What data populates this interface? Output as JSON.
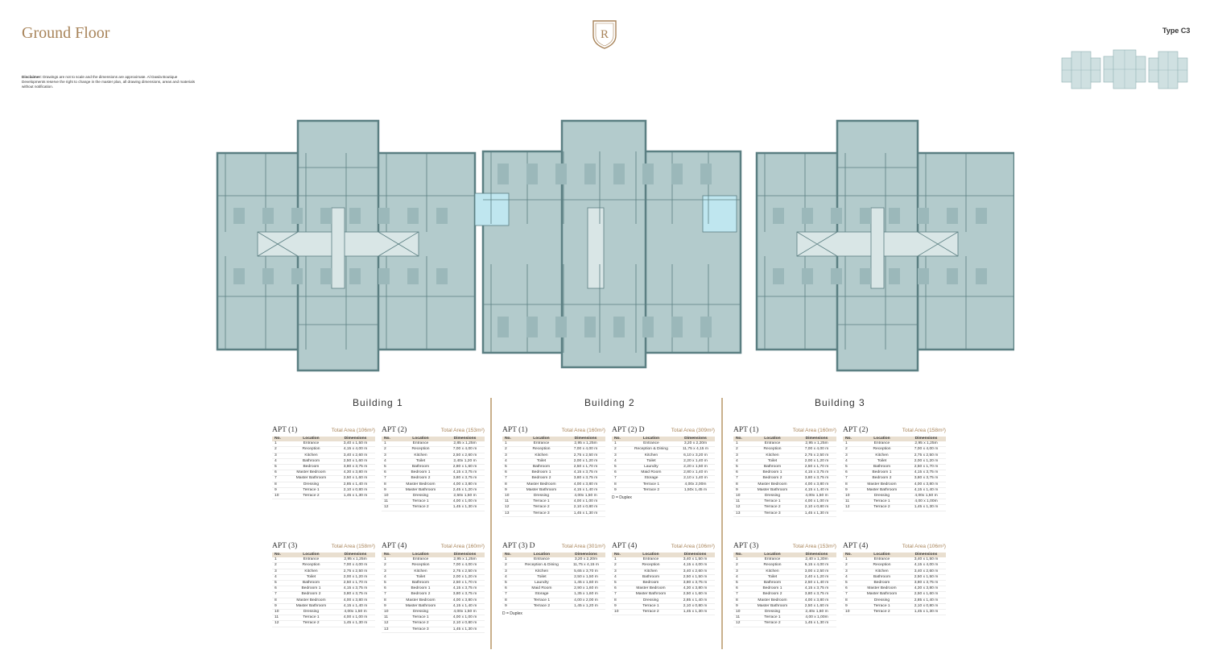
{
  "header": {
    "title": "Ground Floor",
    "type_label": "Type C3",
    "logo_letter": "R",
    "disclaimer_label": "Disclaimer:",
    "disclaimer_text": "Drawings are not to scale and the dimensions are approximate. Al Dawla Boutique Developments reserve the right to change in the master plan, all drawing dimensions, areas and materials without notification."
  },
  "colors": {
    "accent": "#a8845a",
    "plan_fill": "#b3cbcc",
    "plan_wall": "#5b7f82",
    "plan_light": "#d9e6e6",
    "water": "#bfe6ef"
  },
  "table_columns": [
    "No.",
    "Location",
    "Dimensions"
  ],
  "buildings": [
    {
      "name": "Building 1",
      "apartments": [
        {
          "name": "APT (1)",
          "area": "Total Area (106m²)",
          "rows": [
            [
              "1",
              "Entrance",
              "3,40 x 1,50 m"
            ],
            [
              "2",
              "Reception",
              "4,15 x 4,00 m"
            ],
            [
              "3",
              "Kitchen",
              "3,40 x 2,60 m"
            ],
            [
              "4",
              "Bathroom",
              "2,50 x 1,60 m"
            ],
            [
              "5",
              "Bedroom",
              "3,80 x 3,75 m"
            ],
            [
              "6",
              "Master Bedroom",
              "4,30 x 3,80 m"
            ],
            [
              "7",
              "Master Bathroom",
              "2,50 x 1,60 m"
            ],
            [
              "8",
              "Dressing",
              "2,85 x 1,40 m"
            ],
            [
              "9",
              "Terrace 1",
              "2,10 x 0,80 m"
            ],
            [
              "10",
              "Terrace 2",
              "1,45 x 1,30 m"
            ]
          ]
        },
        {
          "name": "APT (2)",
          "area": "Total Area (153m²)",
          "rows": [
            [
              "1",
              "Entrance",
              "2,85 x 1,25m"
            ],
            [
              "2",
              "Reception",
              "7,00 x 4,00 m"
            ],
            [
              "3",
              "Kitchen",
              "2,50 x 2,60 m"
            ],
            [
              "4",
              "Toilet",
              "2,40x 1,20 m"
            ],
            [
              "5",
              "Bathroom",
              "2,80 x 1,60 m"
            ],
            [
              "6",
              "Bedroom 1",
              "4,15 x 3,75 m"
            ],
            [
              "7",
              "Bedroom 2",
              "3,80 x 3,75 m"
            ],
            [
              "8",
              "Master Bedroom",
              "4,00 x 3,80 m"
            ],
            [
              "9",
              "Master Bathroom",
              "2,45 x 1,20 m"
            ],
            [
              "10",
              "Dressing",
              "2,50x 1,50 m"
            ],
            [
              "11",
              "Terrace 1",
              "4,00 x 1,00 m"
            ],
            [
              "12",
              "Terrace 2",
              "1,45 x 1,30 m"
            ]
          ]
        },
        {
          "name": "APT (3)",
          "area": "Total Area (158m²)",
          "rows": [
            [
              "1",
              "Entrance",
              "2,95 x 1,25m"
            ],
            [
              "2",
              "Reception",
              "7,00 x 4,00 m"
            ],
            [
              "3",
              "Kitchen",
              "2,75 x 2,50 m"
            ],
            [
              "4",
              "Toilet",
              "2,00 x 1,20 m"
            ],
            [
              "5",
              "Bathroom",
              "2,50 x 1,70 m"
            ],
            [
              "6",
              "Bedroom 1",
              "4,15 x 3,75 m"
            ],
            [
              "7",
              "Bedroom 2",
              "3,80 x 3,75 m"
            ],
            [
              "8",
              "Master Bedroom",
              "4,00 x 3,80 m"
            ],
            [
              "9",
              "Master Bathroom",
              "4,15 x 1,40 m"
            ],
            [
              "10",
              "Dressing",
              "4,00x 1,50 m"
            ],
            [
              "11",
              "Terrace 1",
              "4,00 x 1,00 m"
            ],
            [
              "12",
              "Terrace 2",
              "1,45 x 1,30 m"
            ]
          ]
        },
        {
          "name": "APT (4)",
          "area": "Total Area (160m²)",
          "rows": [
            [
              "1",
              "Entrance",
              "2,95 x 1,25m"
            ],
            [
              "2",
              "Reception",
              "7,00 x 4,00 m"
            ],
            [
              "3",
              "Kitchen",
              "2,75 x 2,50 m"
            ],
            [
              "4",
              "Toilet",
              "2,00 x 1,20 m"
            ],
            [
              "5",
              "Bathroom",
              "2,50 x 1,70 m"
            ],
            [
              "6",
              "Bedroom 1",
              "4,15 x 3,75 m"
            ],
            [
              "7",
              "Bedroom 2",
              "3,80 x 3,75 m"
            ],
            [
              "8",
              "Master Bedroom",
              "4,00 x 3,80 m"
            ],
            [
              "9",
              "Master Bathroom",
              "4,15 x 1,40 m"
            ],
            [
              "10",
              "Dressing",
              "4,00x 1,50 m"
            ],
            [
              "11",
              "Terrace 1",
              "4,00 x 1,00 m"
            ],
            [
              "12",
              "Terrace 2",
              "2,10 x 0,80 m"
            ],
            [
              "13",
              "Terrace 3",
              "1,45 x 1,30 m"
            ]
          ]
        }
      ]
    },
    {
      "name": "Building 2",
      "apartments": [
        {
          "name": "APT (1)",
          "area": "Total Area (160m²)",
          "rows": [
            [
              "1",
              "Entrance",
              "2,95 x 1,25m"
            ],
            [
              "2",
              "Reception",
              "7,00 x 4,00 m"
            ],
            [
              "3",
              "Kitchen",
              "2,75 x 2,50 m"
            ],
            [
              "4",
              "Toilet",
              "2,00 x 1,20 m"
            ],
            [
              "5",
              "Bathroom",
              "2,50 x 1,70 m"
            ],
            [
              "6",
              "Bedroom 1",
              "4,15 x 3,75 m"
            ],
            [
              "7",
              "Bedroom 2",
              "3,80 x 3,75 m"
            ],
            [
              "8",
              "Master Bedroom",
              "4,00 x 3,80 m"
            ],
            [
              "9",
              "Master Bathroom",
              "4,15 x 1,40 m"
            ],
            [
              "10",
              "Dressing",
              "4,00x 1,50 m"
            ],
            [
              "11",
              "Terrace 1",
              "4,00 x 1,00 m"
            ],
            [
              "12",
              "Terrace 2",
              "2,10 x 0,80 m"
            ],
            [
              "13",
              "Terrace 3",
              "1,45 x 1,30 m"
            ]
          ]
        },
        {
          "name": "APT (2) D",
          "area": "Total Area (309m²)",
          "rows": [
            [
              "1",
              "Entrance",
              "3,20 x 2,20m"
            ],
            [
              "2",
              "Reception & Dining",
              "11,75 x 4,15 m"
            ],
            [
              "3",
              "Kitchen",
              "6,10 x 3,20 m"
            ],
            [
              "4",
              "Toilet",
              "2,20 x 1,40 m"
            ],
            [
              "5",
              "Laundry",
              "2,20 x 1,50 m"
            ],
            [
              "6",
              "Maid Room",
              "2,80 x 1,40 m"
            ],
            [
              "7",
              "Storage",
              "2,10 x 1,40 m"
            ],
            [
              "8",
              "Terrace 1",
              "4,00x 2,00m"
            ],
            [
              "9",
              "Terrace 2",
              "1,50x 1,45 m"
            ]
          ],
          "note": "D = Duplex"
        },
        {
          "name": "APT (3) D",
          "area": "Total Area (301m²)",
          "rows": [
            [
              "1",
              "Entrance",
              "3,20 x 2,20m"
            ],
            [
              "2",
              "Reception & Dining",
              "11,75 x 4,15 m"
            ],
            [
              "3",
              "Kitchen",
              "5,65 x 3,70 m"
            ],
            [
              "4",
              "Toilet",
              "2,50 x 1,50 m"
            ],
            [
              "5",
              "Laundry",
              "1,45 x 1,60 m"
            ],
            [
              "6",
              "Maid Room",
              "2,90 x 1,60 m"
            ],
            [
              "7",
              "Storage",
              "1,35 x 1,60 m"
            ],
            [
              "8",
              "Terrace 1",
              "4,00 x 2,00 m"
            ],
            [
              "9",
              "Terrace 2",
              "1,45 x 1,20 m"
            ]
          ],
          "note": "D = Duplex"
        },
        {
          "name": "APT (4)",
          "area": "Total Area (106m²)",
          "rows": [
            [
              "1",
              "Entrance",
              "3,40 x 1,50 m"
            ],
            [
              "2",
              "Reception",
              "4,15 x 4,00 m"
            ],
            [
              "3",
              "Kitchen",
              "3,40 x 2,60 m"
            ],
            [
              "4",
              "Bathroom",
              "2,50 x 1,50 m"
            ],
            [
              "5",
              "Bedroom",
              "3,80 x 3,75 m"
            ],
            [
              "6",
              "Master Bedroom",
              "4,30 x 3,80 m"
            ],
            [
              "7",
              "Master Bathroom",
              "2,50 x 1,60 m"
            ],
            [
              "8",
              "Dressing",
              "2,85 x 1,40 m"
            ],
            [
              "9",
              "Terrace 1",
              "2,10 x 0,80 m"
            ],
            [
              "10",
              "Terrace 2",
              "1,45 x 1,30 m"
            ]
          ]
        }
      ]
    },
    {
      "name": "Building 3",
      "apartments": [
        {
          "name": "APT (1)",
          "area": "Total Area (160m²)",
          "rows": [
            [
              "1",
              "Entrance",
              "2,95 x 1,25m"
            ],
            [
              "2",
              "Reception",
              "7,00 x 4,00 m"
            ],
            [
              "3",
              "Kitchen",
              "2,75 x 2,50 m"
            ],
            [
              "4",
              "Toilet",
              "2,00 x 1,20 m"
            ],
            [
              "5",
              "Bathroom",
              "2,50 x 1,70 m"
            ],
            [
              "6",
              "Bedroom 1",
              "4,15 x 3,75 m"
            ],
            [
              "7",
              "Bedroom 2",
              "3,80 x 3,75 m"
            ],
            [
              "8",
              "Master Bedroom",
              "4,00 x 3,80 m"
            ],
            [
              "9",
              "Master Bathroom",
              "4,15 x 1,40 m"
            ],
            [
              "10",
              "Dressing",
              "4,00x 1,50 m"
            ],
            [
              "11",
              "Terrace 1",
              "4,00 x 1,00 m"
            ],
            [
              "12",
              "Terrace 2",
              "2,10 x 0,80 m"
            ],
            [
              "13",
              "Terrace 3",
              "1,45 x 1,30 m"
            ]
          ]
        },
        {
          "name": "APT (2)",
          "area": "Total Area (158m²)",
          "rows": [
            [
              "1",
              "Entrance",
              "2,95 x 1,25m"
            ],
            [
              "2",
              "Reception",
              "7,00 x 4,00 m"
            ],
            [
              "3",
              "Kitchen",
              "2,75 x 2,50 m"
            ],
            [
              "4",
              "Toilet",
              "2,00 x 1,20 m"
            ],
            [
              "5",
              "Bathroom",
              "2,50 x 1,70 m"
            ],
            [
              "6",
              "Bedroom 1",
              "4,15 x 3,75 m"
            ],
            [
              "7",
              "Bedroom 2",
              "3,80 x 3,75 m"
            ],
            [
              "8",
              "Master Bedroom",
              "4,00 x 3,80 m"
            ],
            [
              "9",
              "Master Bathroom",
              "4,15 x 1,40 m"
            ],
            [
              "10",
              "Dressing",
              "4,00x 1,50 m"
            ],
            [
              "11",
              "Terrace 1",
              "4,00 x 1,00m"
            ],
            [
              "12",
              "Terrace 2",
              "1,45 x 1,30 m"
            ]
          ]
        },
        {
          "name": "APT (3)",
          "area": "Total Area (153m²)",
          "rows": [
            [
              "1",
              "Entrance",
              "2,40 x 1,30m"
            ],
            [
              "2",
              "Reception",
              "6,15 x 4,00 m"
            ],
            [
              "3",
              "Kitchen",
              "3,00 x 2,50 m"
            ],
            [
              "4",
              "Toilet",
              "2,40 x 1,20 m"
            ],
            [
              "5",
              "Bathroom",
              "2,50 x 1,40 m"
            ],
            [
              "6",
              "Bedroom 1",
              "4,15 x 3,75 m"
            ],
            [
              "7",
              "Bedroom 2",
              "3,80 x 3,75 m"
            ],
            [
              "8",
              "Master Bedroom",
              "4,00 x 3,80 m"
            ],
            [
              "9",
              "Master Bathroom",
              "2,50 x 1,60 m"
            ],
            [
              "10",
              "Dressing",
              "2,40x 1,60 m"
            ],
            [
              "11",
              "Terrace 1",
              "4,00 x 1,00m"
            ],
            [
              "12",
              "Terrace 2",
              "1,45 x 1,30 m"
            ]
          ]
        },
        {
          "name": "APT (4)",
          "area": "Total Area (106m²)",
          "rows": [
            [
              "1",
              "Entrance",
              "3,40 x 1,50 m"
            ],
            [
              "2",
              "Reception",
              "4,15 x 4,00 m"
            ],
            [
              "3",
              "Kitchen",
              "3,40 x 2,60 m"
            ],
            [
              "4",
              "Bathroom",
              "2,50 x 1,50 m"
            ],
            [
              "5",
              "Bedroom",
              "3,80 x 3,75 m"
            ],
            [
              "6",
              "Master Bedroom",
              "4,30 x 3,80 m"
            ],
            [
              "7",
              "Master Bathroom",
              "2,50 x 1,60 m"
            ],
            [
              "8",
              "Dressing",
              "2,85 x 1,40 m"
            ],
            [
              "9",
              "Terrace 1",
              "2,10 x 0,80 m"
            ],
            [
              "10",
              "Terrace 2",
              "1,45 x 1,30 m"
            ]
          ]
        }
      ]
    }
  ]
}
